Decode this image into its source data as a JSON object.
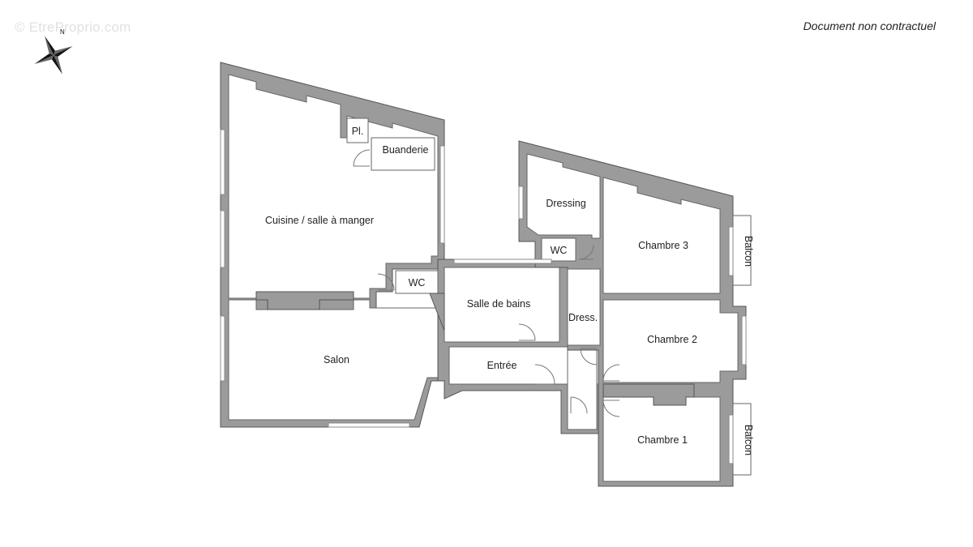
{
  "watermark": "© EtreProprio.com",
  "disclaimer": "Document non contractuel",
  "compass_north": "N",
  "rooms": {
    "cuisine": "Cuisine / salle à manger",
    "placard": "Pl.",
    "buanderie": "Buanderie",
    "wc1": "WC",
    "salon": "Salon",
    "salle_de_bains": "Salle de bains",
    "entree": "Entrée",
    "dressing": "Dressing",
    "wc2": "WC",
    "dress": "Dress.",
    "chambre3": "Chambre 3",
    "chambre2": "Chambre 2",
    "chambre1": "Chambre 1",
    "balcon1": "Balcon",
    "balcon2": "Balcon"
  },
  "colors": {
    "wall": "#9b9b9b",
    "room": "#ffffff",
    "outline": "#555555"
  }
}
